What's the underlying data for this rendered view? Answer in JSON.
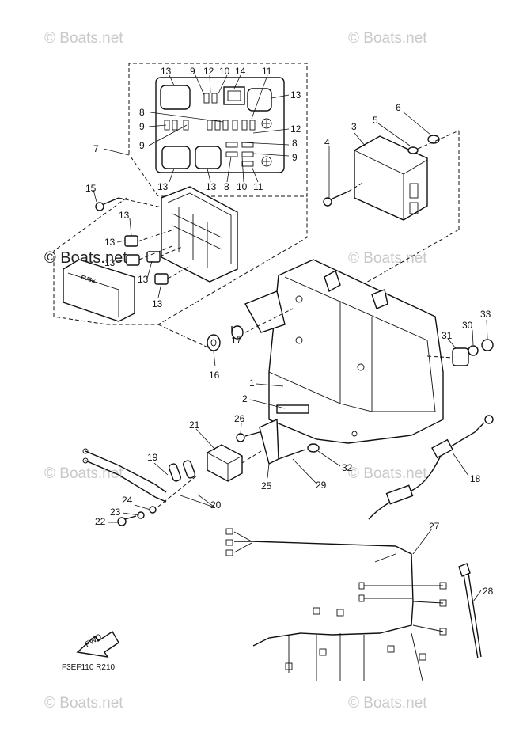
{
  "watermark": {
    "text": "© Boats.net"
  },
  "callouts": {
    "c1": "1",
    "c2": "2",
    "c3": "3",
    "c4": "4",
    "c5": "5",
    "c6": "6",
    "c7": "7",
    "c8": "8",
    "c9": "9",
    "c10": "10",
    "c11": "11",
    "c12": "12",
    "c13": "13",
    "c14": "14",
    "c15": "15",
    "c16": "16",
    "c17": "17",
    "c18": "18",
    "c19": "19",
    "c20": "20",
    "c21": "21",
    "c22": "22",
    "c23": "23",
    "c24": "24",
    "c25": "25",
    "c26": "26",
    "c27": "27",
    "c28": "28",
    "c29": "29",
    "c30": "30",
    "c31": "31",
    "c32": "32",
    "c33": "33"
  },
  "fuse_label": "FUSE",
  "fwd_label": "FWD",
  "drawing_code": "F3EF110 R210"
}
